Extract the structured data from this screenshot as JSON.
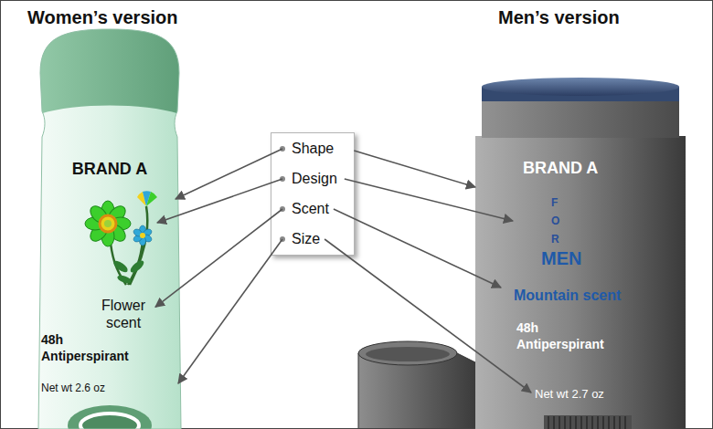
{
  "diagram": {
    "nodes": [
      {
        "text": [
          "Women’s version",
          "BRAND A",
          "Flower scent",
          "48h Antiperspirant",
          "Net wt 2.6 oz"
        ]
      },
      {
        "text": [
          "Shape",
          "Design",
          "Scent",
          "Size"
        ]
      },
      {
        "text": [
          "Men’s version",
          "BRAND A",
          "FOR",
          "MEN",
          "Mountain scent",
          "48h Antiperspirant",
          "Net wt 2.7 oz"
        ]
      }
    ],
    "edges": [
      {
        "from": 1,
        "to": 0,
        "arrow": "to"
      },
      {
        "from": 1,
        "to": 2,
        "arrow": "to"
      },
      {
        "from": 1,
        "to": 0,
        "arrow": "to"
      },
      {
        "from": 1,
        "to": 2,
        "arrow": "to"
      },
      {
        "from": 1,
        "to": 0,
        "arrow": "to"
      },
      {
        "from": 1,
        "to": 2,
        "arrow": "to"
      },
      {
        "from": 1,
        "to": 0,
        "arrow": "to"
      },
      {
        "from": 1,
        "to": 2,
        "arrow": "to"
      }
    ]
  }
}
